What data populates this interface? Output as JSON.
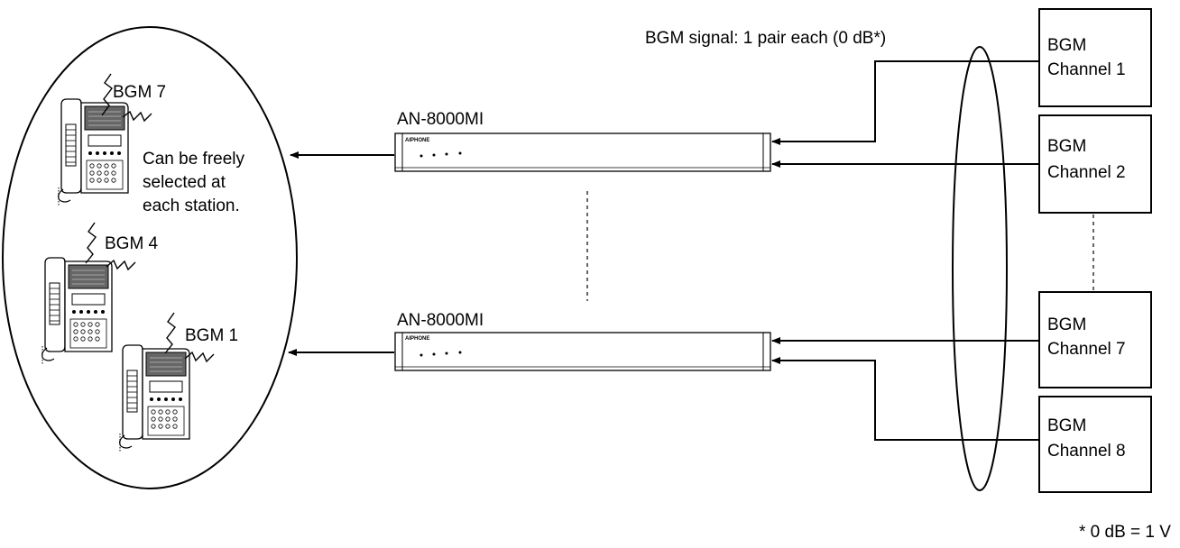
{
  "stations_group": {
    "note_lines": [
      "Can be freely",
      "selected at",
      "each station."
    ],
    "station_labels": [
      "BGM 7",
      "BGM 4",
      "BGM 1"
    ]
  },
  "interfaces": [
    {
      "model": "AN-8000MI",
      "brand": "AIPHONE"
    },
    {
      "model": "AN-8000MI",
      "brand": "AIPHONE"
    }
  ],
  "signal_label": "BGM signal: 1 pair each (0 dB*)",
  "channels": [
    {
      "line1": "BGM",
      "line2": "Channel 1"
    },
    {
      "line1": "BGM",
      "line2": "Channel 2"
    },
    {
      "line1": "BGM",
      "line2": "Channel 7"
    },
    {
      "line1": "BGM",
      "line2": "Channel 8"
    }
  ],
  "footnote": "* 0 dB = 1 V"
}
